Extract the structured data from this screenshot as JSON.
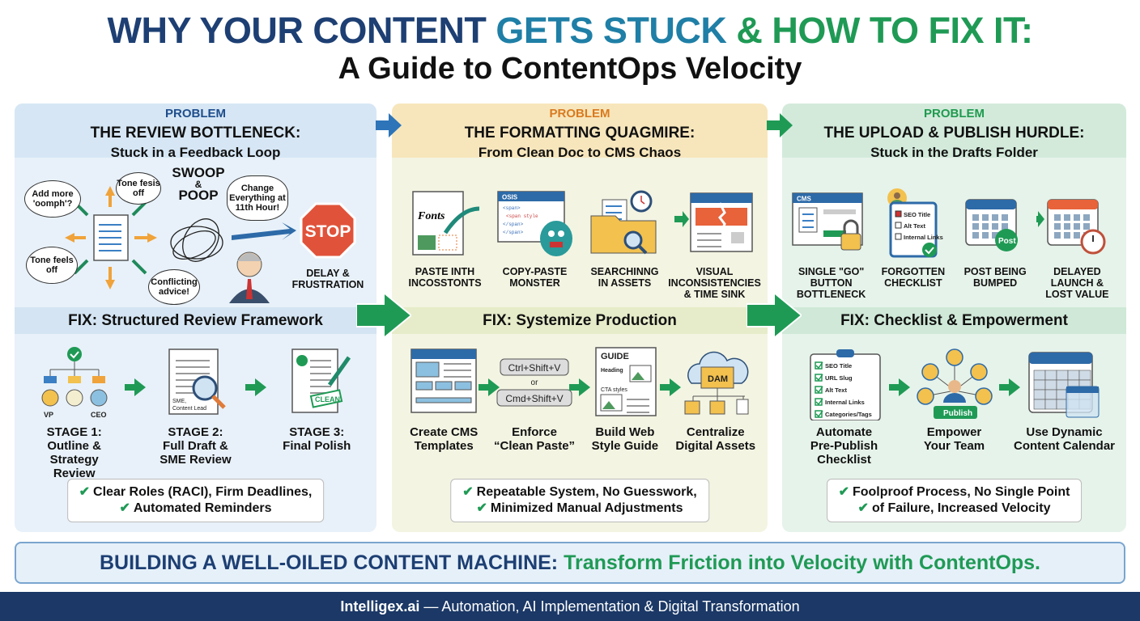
{
  "title": {
    "part1": "WHY YOUR CONTENT ",
    "part2": "GETS STUCK ",
    "part3": "& HOW TO FIX IT:",
    "subtitle": "A Guide to ContentOps Velocity"
  },
  "colors": {
    "navy": "#1d3f73",
    "teal": "#1f7fa6",
    "green": "#1f9a55",
    "orange": "#d97a1f",
    "footer": "#1b3866"
  },
  "columns": [
    {
      "problem_label": "PROBLEM",
      "title": "THE REVIEW BOTTLENECK:",
      "subtitle": "Stuck in a Feedback Loop",
      "illustration": {
        "bubbles": [
          "Add more 'oomph'?",
          "Tone fesis off",
          "Tone feels off",
          "Conflicting advice!",
          "Change Everything at 11th Hour!"
        ],
        "swoop": "SWOOP",
        "amp": "&",
        "poop": "POOP",
        "stop": "STOP",
        "result": "DELAY & FRUSTRATION"
      },
      "fix_title": "FIX: Structured Review Framework",
      "fixes": [
        {
          "icon": "org-chart-icon",
          "label": "STAGE 1:\nOutline &\nStrategy Review",
          "sublabels": [
            "VP",
            "CEO"
          ]
        },
        {
          "icon": "document-magnifier-icon",
          "label": "STAGE 2:\nFull Draft &\nSME Review",
          "doc_text": "SME, Content Lead"
        },
        {
          "icon": "document-pen-icon",
          "label": "STAGE 3:\nFinal Polish",
          "stamp": "CLEAN"
        }
      ],
      "summary": [
        "Clear Roles (RACI), Firm Deadlines,",
        "Automated Reminders"
      ]
    },
    {
      "problem_label": "PROBLEM",
      "title": "THE FORMATTING QUAGMIRE:",
      "subtitle": "From Clean Doc to CMS Chaos",
      "problems": [
        {
          "icon": "fonts-document-icon",
          "label": "PASTE INTH\nINCOSSTONTS",
          "doc_text": "Fonts"
        },
        {
          "icon": "code-monster-icon",
          "label": "COPY-PASTE\nMONSTER",
          "window_title": "OSIS"
        },
        {
          "icon": "folder-search-icon",
          "label": "SEARCHINNG\nIN ASSETS"
        },
        {
          "icon": "broken-window-icon",
          "label": "VISUAL\nINCONSISTENCIES\n& TIME SINK"
        }
      ],
      "fix_title": "FIX: Systemize Production",
      "fixes": [
        {
          "icon": "cms-template-icon",
          "label": "Create CMS\nTemplates"
        },
        {
          "icon": "keyboard-shortcut-icon",
          "label": "Enforce\n“Clean Paste”",
          "keys": [
            "Ctrl+Shift+V",
            "or",
            "Cmd+Shift+V"
          ]
        },
        {
          "icon": "style-guide-icon",
          "label": "Build Web\nStyle Guide",
          "guide": [
            "GUIDE",
            "Heading",
            "CTA styles"
          ]
        },
        {
          "icon": "cloud-dam-icon",
          "label": "Centralize\nDigital Assets",
          "dam": "DAM"
        }
      ],
      "summary": [
        "Repeatable System, No Guesswork,",
        "Minimized Manual Adjustments"
      ]
    },
    {
      "problem_label": "PROBLEM",
      "title": "THE UPLOAD & PUBLISH HURDLE:",
      "subtitle": "Stuck in the Drafts Folder",
      "problems": [
        {
          "icon": "cms-lock-icon",
          "label": "SINGLE \"GO\" BUTTON\nBOTTLENECK",
          "window_title": "CMS"
        },
        {
          "icon": "clipboard-checklist-icon",
          "label": "FORGOTTEN\nCHECKLIST",
          "checklist": [
            "SEO Title",
            "Alt Text",
            "Internal Links"
          ]
        },
        {
          "icon": "calendar-post-icon",
          "label": "POST BEING\nBUMPED",
          "badge": "Post"
        },
        {
          "icon": "calendar-clock-icon",
          "label": "DELAYED\nLAUNCH &\nLOST VALUE"
        }
      ],
      "fix_title": "FIX: Checklist & Empowerment",
      "fixes": [
        {
          "icon": "checklist-clipboard-icon",
          "label": "Automate\nPre-Publish Checklist",
          "checklist": [
            "SEO Title",
            "URL Slug",
            "Alt Text",
            "Internal Links",
            "Categories/Tags"
          ]
        },
        {
          "icon": "team-network-icon",
          "label": "Empower\nYour Team",
          "button": "Publish"
        },
        {
          "icon": "dynamic-calendar-icon",
          "label": "Use Dynamic\nContent Calendar"
        }
      ],
      "summary": [
        "Foolproof Process, No Single Point",
        "of Failure, Increased Velocity"
      ]
    }
  ],
  "banner": {
    "part1": "BUILDING A WELL-OILED CONTENT MACHINE: ",
    "part2": "Transform Friction into Velocity with ContentOps."
  },
  "footer": {
    "brand": "Intelligex.ai",
    "tagline": " — Automation, AI Implementation & Digital Transformation"
  }
}
